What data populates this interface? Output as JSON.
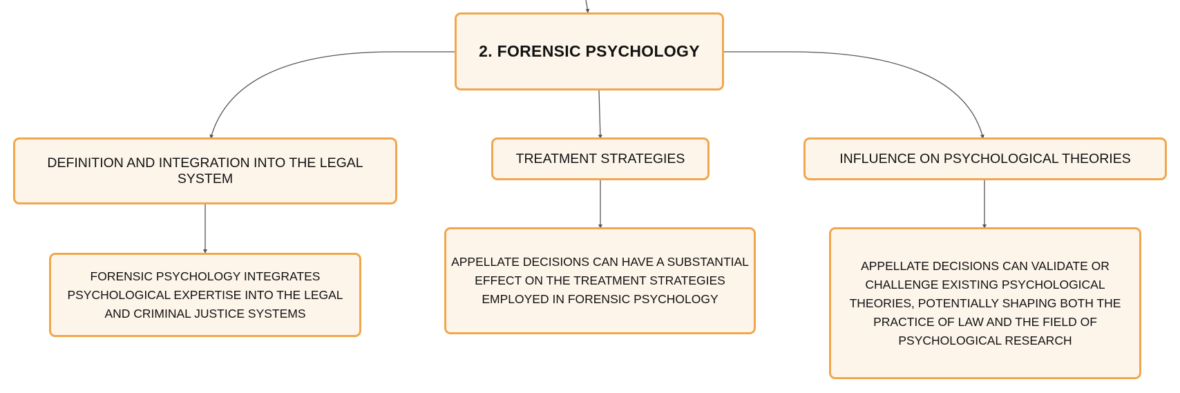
{
  "colors": {
    "node_fill": "#fdf4ea",
    "node_border": "#f0a64b",
    "connector": "#555555",
    "text": "#111111"
  },
  "root": {
    "label": "2. FORENSIC PSYCHOLOGY"
  },
  "branches": [
    {
      "label": "DEFINITION AND INTEGRATION INTO THE LEGAL SYSTEM",
      "child": "FORENSIC PSYCHOLOGY INTEGRATES PSYCHOLOGICAL EXPERTISE INTO THE LEGAL AND CRIMINAL JUSTICE SYSTEMS"
    },
    {
      "label": "TREATMENT STRATEGIES",
      "child": "APPELLATE DECISIONS CAN HAVE A SUBSTANTIAL EFFECT ON THE TREATMENT STRATEGIES EMPLOYED IN FORENSIC PSYCHOLOGY"
    },
    {
      "label": "INFLUENCE ON PSYCHOLOGICAL THEORIES",
      "child": "APPELLATE DECISIONS CAN VALIDATE OR CHALLENGE EXISTING PSYCHOLOGICAL THEORIES, POTENTIALLY SHAPING BOTH THE PRACTICE OF LAW AND THE FIELD OF PSYCHOLOGICAL RESEARCH"
    }
  ]
}
